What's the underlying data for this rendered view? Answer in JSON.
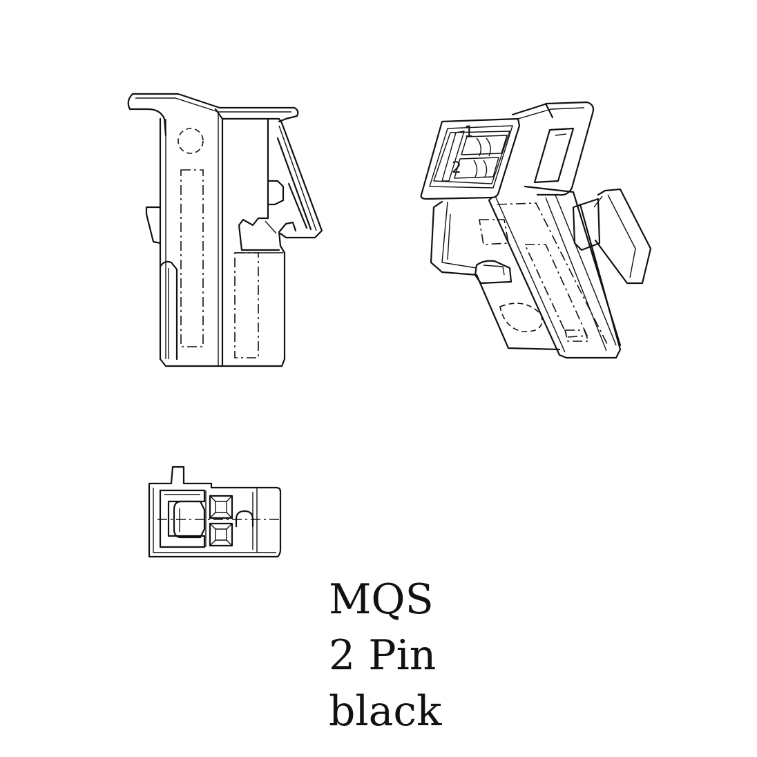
{
  "diagram": {
    "caption": {
      "line1": "MQS",
      "line2": "2 Pin",
      "line3": "black"
    },
    "pin_labels": [
      "1",
      "2"
    ],
    "views": [
      "side-view",
      "isometric-view",
      "front-view"
    ],
    "line_color": "#111111",
    "background": "#ffffff"
  }
}
